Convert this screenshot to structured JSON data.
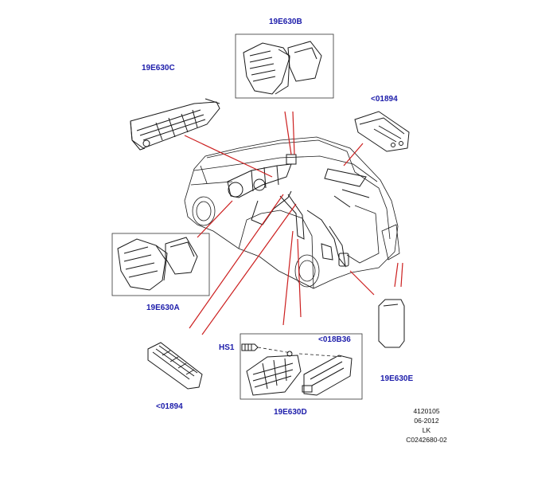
{
  "callouts": {
    "c_19e630b": "19E630B",
    "c_19e630c": "19E630C",
    "c_01894_top": "<01894",
    "c_19e630a": "19E630A",
    "c_hs1": "HS1",
    "c_018b36": "<018B36",
    "c_19e630e": "19E630E",
    "c_01894_bottom": "<01894",
    "c_19e630d": "19E630D"
  },
  "drawing_stamp": {
    "number": "4120105",
    "date": "06-2012",
    "initials": "LK",
    "reference": "C0242680-02"
  },
  "colors": {
    "leader_line": "#cc1f1f",
    "callout_text": "#1c1caa",
    "line_art": "#1a1a1a"
  }
}
